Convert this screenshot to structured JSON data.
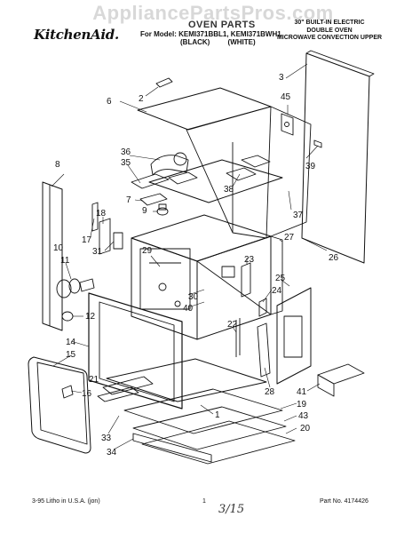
{
  "watermark": "AppliancePartsPros.com",
  "header": {
    "brand": "KitchenAid.",
    "title": "OVEN PARTS",
    "model_line": "For Model: KEMI371BBL1, KEMI371BWH1",
    "model_colors": "(BLACK) (WHITE)",
    "description_line1": "30\" BUILT-IN ELECTRIC",
    "description_line2": "DOUBLE OVEN",
    "description_line3": "MICROWAVE CONVECTION UPPER"
  },
  "footer": {
    "printed": "3-95 Litho in U.S.A. (jon)",
    "page_number": "1",
    "part_number": "Part No. 4174426",
    "handwritten_note": "3/15"
  },
  "callouts": [
    "1",
    "2",
    "3",
    "6",
    "7",
    "8",
    "9",
    "10",
    "11",
    "12",
    "14",
    "15",
    "16",
    "17",
    "18",
    "19",
    "20",
    "21",
    "22",
    "23",
    "24",
    "25",
    "26",
    "27",
    "28",
    "29",
    "30",
    "31",
    "33",
    "34",
    "35",
    "36",
    "37",
    "38",
    "39",
    "40",
    "41",
    "43",
    "45"
  ]
}
